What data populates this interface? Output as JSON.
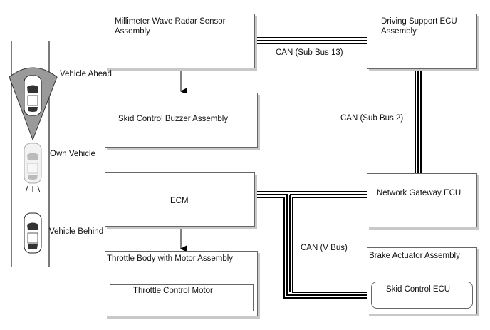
{
  "boxes": {
    "radar": "Millimeter Wave Radar Sensor\nAssembly",
    "driving_support": "Driving Support ECU\nAssembly",
    "buzzer": "Skid Control Buzzer Assembly",
    "ecm": "ECM",
    "gateway": "Network Gateway ECU",
    "throttle_body": "Throttle Body with Motor Assembly",
    "throttle_motor": "Throttle Control Motor",
    "brake_actuator": "Brake Actuator Assembly",
    "skid_control_ecu": "Skid Control ECU"
  },
  "buses": {
    "sub13": "CAN (Sub Bus 13)",
    "sub2": "CAN (Sub Bus 2)",
    "vbus": "CAN (V Bus)"
  },
  "vehicles": {
    "ahead": "Vehicle Ahead",
    "own": "Own Vehicle",
    "behind": "Vehicle Behind"
  },
  "colors": {
    "bus_line": "#000000",
    "box_border": "#666666",
    "shadow": "#c8c8c8",
    "sensor_cone": "#9a9a9a"
  }
}
